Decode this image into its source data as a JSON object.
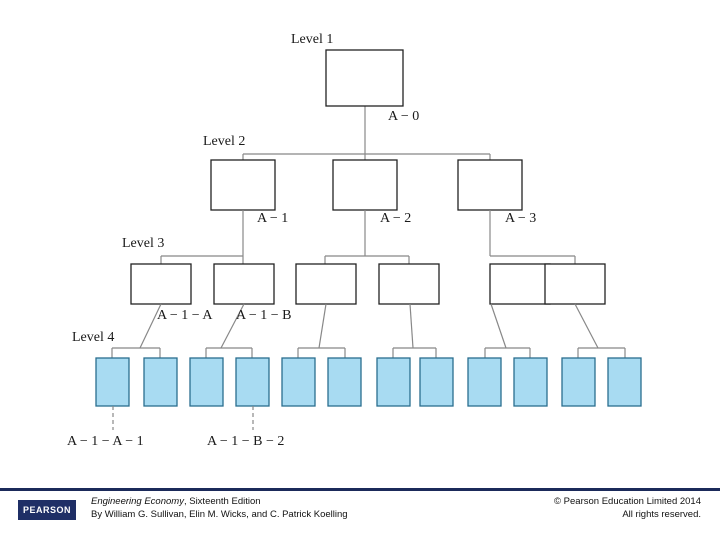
{
  "diagram": {
    "levels": [
      "Level 1",
      "Level 2",
      "Level 3",
      "Level 4"
    ],
    "level1_node_label": "A − 0",
    "level2_node_labels": [
      "A − 1",
      "A − 2",
      "A − 3"
    ],
    "level3_node_labels": [
      "A − 1 − A",
      "A − 1 − B"
    ],
    "level4_leaf_labels": [
      "A − 1 − A − 1",
      "A − 1 − B − 2"
    ],
    "colors": {
      "line": "#888888",
      "box_border": "#222222",
      "leaf_fill": "#a8dbf2",
      "leaf_border": "#2a6e8e"
    }
  },
  "footer": {
    "title": "Engineering Economy",
    "edition": ", Sixteenth Edition",
    "authors": "By William G. Sullivan, Elin M. Wicks, and C. Patrick Koelling",
    "copyright": "© Pearson Education Limited 2014",
    "rights": "All rights reserved.",
    "logo_text": "PEARSON"
  }
}
